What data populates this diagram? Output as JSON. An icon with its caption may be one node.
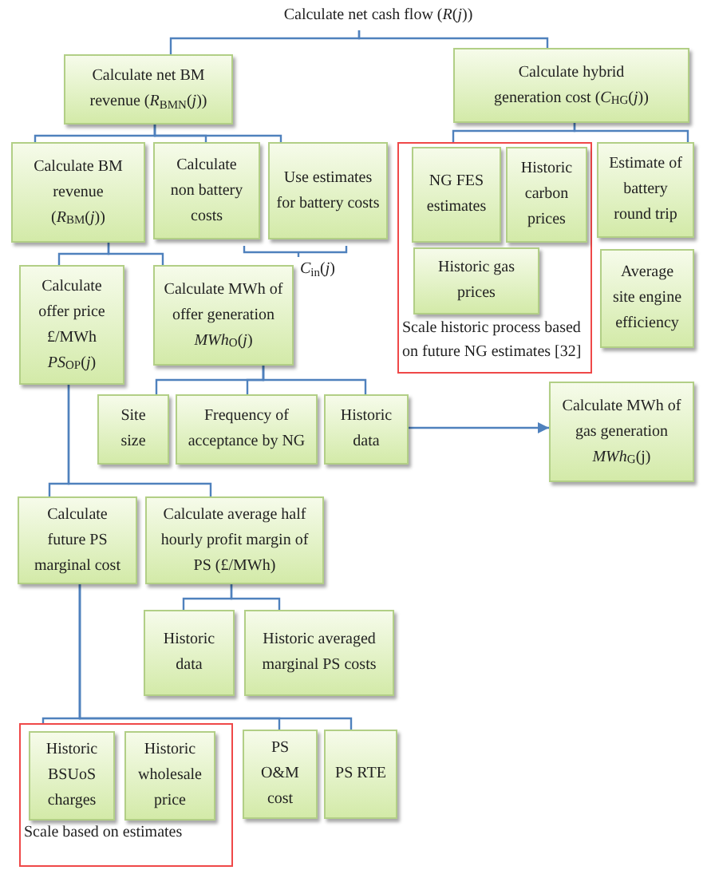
{
  "diagram": {
    "nodes": [
      {
        "text": [
          "Calculate net cash flow (*R*(*j*))"
        ]
      },
      {
        "text": [
          "Calculate net BM revenue (*R*$_{BMN}$(*j*))"
        ]
      },
      {
        "text": [
          "Calculate hybrid generation cost (*C*$_{HG}$(*j*))"
        ]
      },
      {
        "text": [
          "Calculate BM revenue (*R*$_{BM}$(*j*))"
        ]
      },
      {
        "text": [
          "Calculate non battery costs"
        ]
      },
      {
        "text": [
          "Use estimates for battery costs"
        ]
      },
      {
        "text": [
          "Scale historic process based on future NG estimates [32]"
        ]
      },
      {
        "text": [
          "NG FES estimates"
        ],
        "in": 6
      },
      {
        "text": [
          "Historic carbon prices"
        ],
        "in": 6
      },
      {
        "text": [
          "Estimate of battery round trip"
        ]
      },
      {
        "text": [
          "Historic gas prices"
        ],
        "in": 6
      },
      {
        "text": [
          "Average site engine efficiency"
        ]
      },
      {
        "text": [
          "Calculate offer price £/MWh *PS*$_{OP}$(*j*)"
        ]
      },
      {
        "text": [
          "Calculate MWh of offer generation *MWh*$_{O}$(*j*)"
        ]
      },
      {
        "text": [
          "Site size"
        ]
      },
      {
        "text": [
          "Frequency of acceptance by NG"
        ]
      },
      {
        "text": [
          "Historic data"
        ]
      },
      {
        "text": [
          "Calculate MWh of gas generation *MWh*$_{G}$(j)"
        ]
      },
      {
        "text": [
          "Calculate future PS marginal cost"
        ]
      },
      {
        "text": [
          "Calculate average half hourly profit margin of PS (£/MWh)"
        ]
      },
      {
        "text": [
          "Historic data"
        ]
      },
      {
        "text": [
          "Historic averaged marginal PS costs"
        ]
      },
      {
        "text": [
          "Scale based on estimates"
        ]
      },
      {
        "text": [
          "Historic BSUoS charges"
        ],
        "in": 22
      },
      {
        "text": [
          "Historic wholesale price"
        ],
        "in": 22
      },
      {
        "text": [
          "PS O&M cost"
        ]
      },
      {
        "text": [
          "PS RTE"
        ]
      }
    ],
    "edges": [
      {
        "from": 0,
        "to": 1,
        "arrow": "none"
      },
      {
        "from": 0,
        "to": 2,
        "arrow": "none"
      },
      {
        "from": 1,
        "to": 3,
        "arrow": "none"
      },
      {
        "from": 1,
        "to": 4,
        "arrow": "none"
      },
      {
        "from": 1,
        "to": 5,
        "arrow": "none"
      },
      {
        "from": 2,
        "to": 6,
        "arrow": "none"
      },
      {
        "from": 2,
        "to": 9,
        "arrow": "none"
      },
      {
        "from": 3,
        "to": 12,
        "arrow": "none"
      },
      {
        "from": 3,
        "to": 13,
        "arrow": "none"
      },
      {
        "from": 13,
        "to": 14,
        "arrow": "none"
      },
      {
        "from": 13,
        "to": 15,
        "arrow": "none"
      },
      {
        "from": 13,
        "to": 16,
        "arrow": "none"
      },
      {
        "from": 16,
        "to": 17,
        "arrow": "to"
      },
      {
        "from": 12,
        "to": 18,
        "arrow": "none"
      },
      {
        "from": 12,
        "to": 19,
        "arrow": "none"
      },
      {
        "from": 19,
        "to": 20,
        "arrow": "none"
      },
      {
        "from": 19,
        "to": 21,
        "arrow": "none"
      },
      {
        "from": 18,
        "to": 22,
        "arrow": "none"
      },
      {
        "from": 18,
        "to": 25,
        "arrow": "none"
      },
      {
        "from": 18,
        "to": 26,
        "arrow": "none"
      }
    ],
    "labels": [
      "*C*$_{in}$(*j*)"
    ]
  }
}
